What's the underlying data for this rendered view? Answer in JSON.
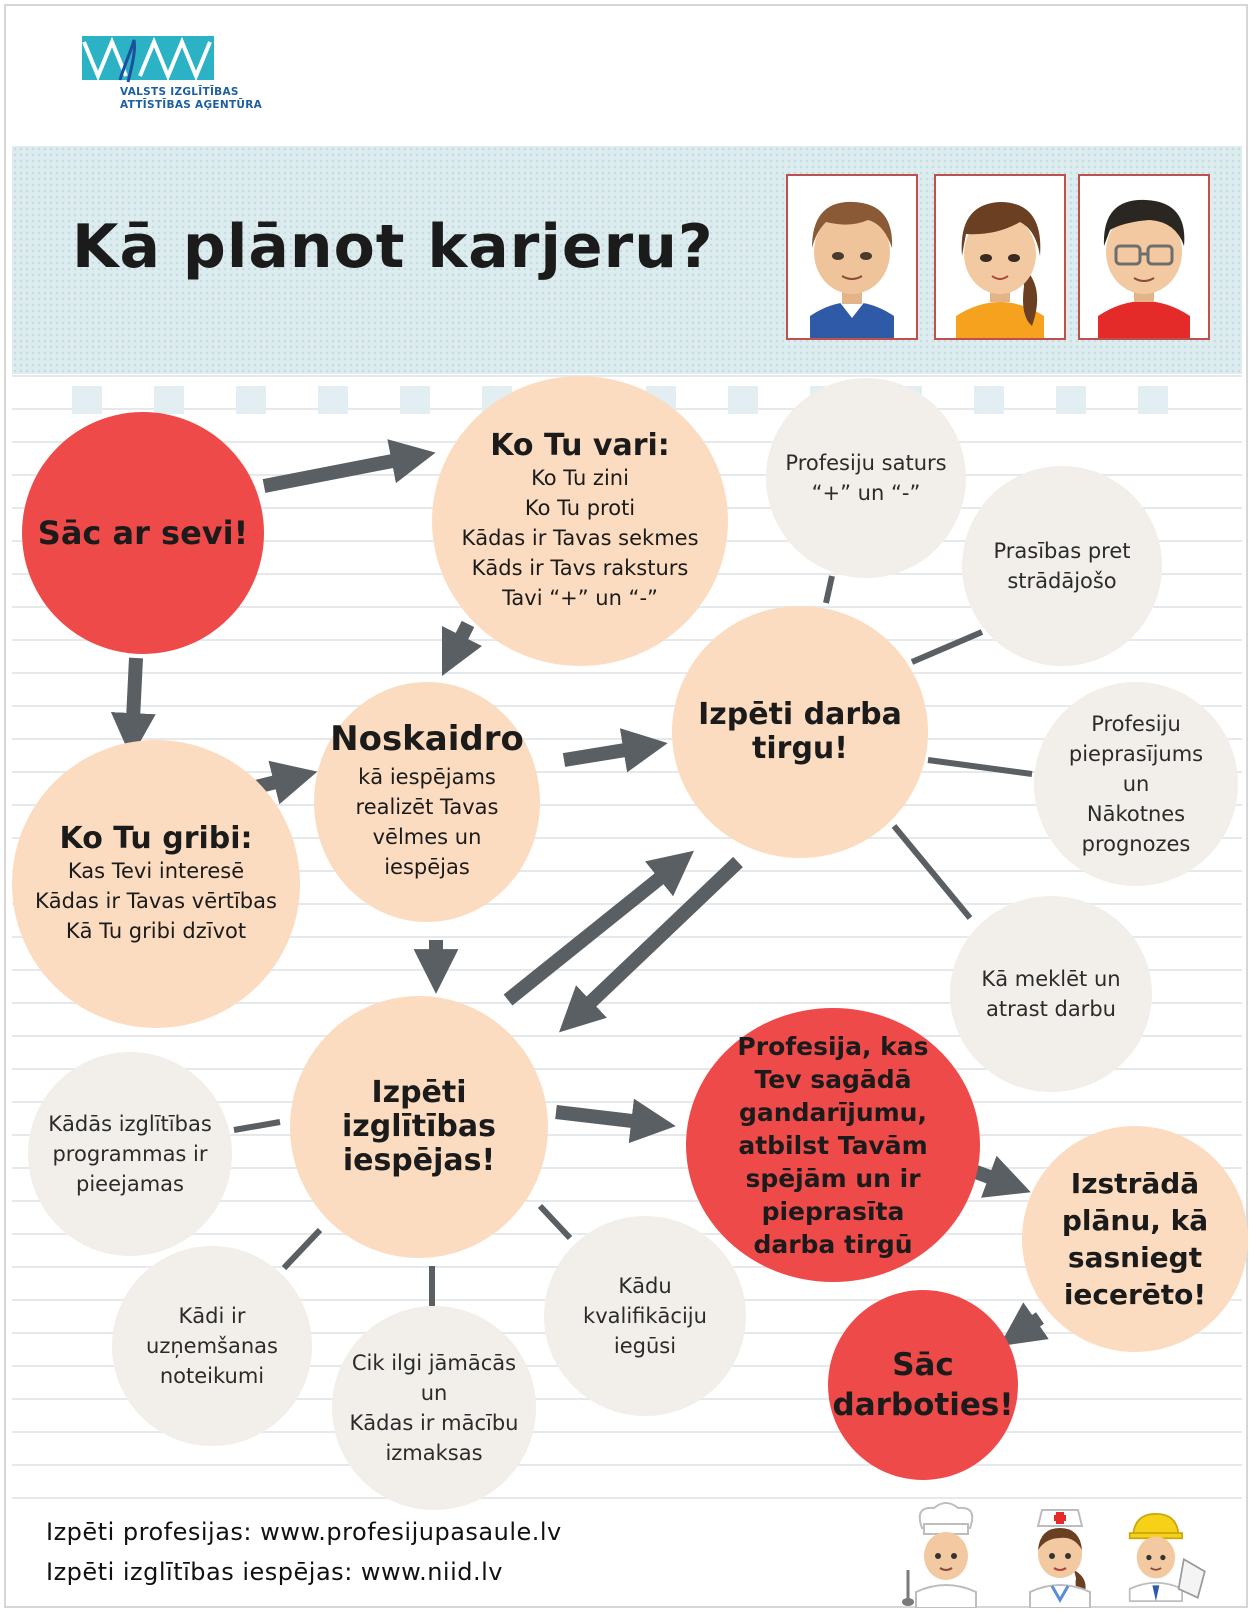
{
  "logo": {
    "line1": "VALSTS IZGLĪTĪBAS",
    "line2": "ATTĪSTĪBAS AĢENTŪRA"
  },
  "title": "Kā plānot karjeru?",
  "colors": {
    "peach": "#fcdcc0",
    "grey": "#f2efea",
    "red": "#ef4a4a",
    "arrow": "#5a5f63",
    "logo": "#2bb3c5"
  },
  "nodes": {
    "start": "Sāc ar sevi!",
    "can": {
      "title": "Ko Tu vari:",
      "lines": [
        "Ko Tu zini",
        "Ko Tu proti",
        "Kādas ir Tavas sekmes",
        "Kāds ir Tavs raksturs",
        "Tavi “+” un “-”"
      ]
    },
    "want": {
      "title": "Ko Tu gribi:",
      "lines": [
        "Kas Tevi interesē",
        "Kādas ir Tavas vērtības",
        "Kā Tu gribi dzīvot"
      ]
    },
    "clarify": {
      "title": "Noskaidro",
      "lines": [
        "kā iespējams",
        "realizēt Tavas",
        "vēlmes un",
        "iespējas"
      ]
    },
    "market": {
      "title": "Izpēti darba",
      "title2": "tirgu!"
    },
    "education": {
      "lines": [
        "Izpēti",
        "izglītības",
        "iespējas!"
      ]
    },
    "profession": {
      "lines": [
        "Profesija, kas",
        "Tev sagādā",
        "gandarījumu,",
        "atbilst Tavām",
        "spējām un ir",
        "pieprasīta",
        "darba tirgū"
      ]
    },
    "plan": {
      "lines": [
        "Izstrādā",
        "plānu, kā",
        "sasniegt",
        "iecerēto!"
      ]
    },
    "act": {
      "lines": [
        "Sāc",
        "darboties!"
      ]
    }
  },
  "market_topics": {
    "content": [
      "Profesiju saturs",
      "“+” un “-”"
    ],
    "requirements": [
      "Prasības pret",
      "strādājošo"
    ],
    "demand": [
      "Profesiju",
      "pieprasījums",
      "un",
      "Nākotnes",
      "prognozes"
    ],
    "search": [
      "Kā meklēt un",
      "atrast darbu"
    ]
  },
  "education_topics": {
    "programs": [
      "Kādās izglītības",
      "programmas ir",
      "pieejamas"
    ],
    "admission": [
      "Kādi ir",
      "uzņemšanas",
      "noteikumi"
    ],
    "duration": [
      "Cik ilgi jāmācās",
      "un",
      "Kādas ir mācību",
      "izmaksas"
    ],
    "qualification": [
      "Kādu",
      "kvalifikāciju",
      "iegūsi"
    ]
  },
  "footer": {
    "line1": "Izpēti profesijas: www.profesijupasaule.lv",
    "line2": "Izpēti izglītības iespējas: www.niid.lv"
  },
  "portraits": [
    "boy-portrait",
    "girl-portrait",
    "glasses-boy-portrait"
  ],
  "workers": [
    "chef-icon",
    "nurse-icon",
    "builder-icon"
  ]
}
